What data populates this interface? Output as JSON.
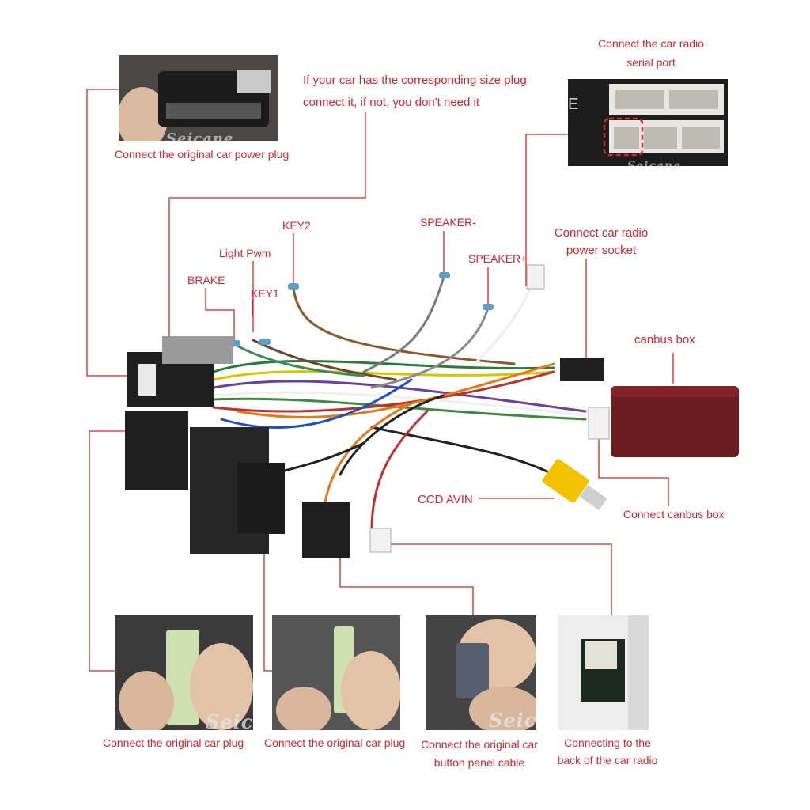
{
  "labels": {
    "original_power_plug": "Connect the original car power plug",
    "size_plug_line1": "If your car has the corresponding size plug",
    "size_plug_line2": "connect it, if not, you don't need it",
    "serial_port_line1": "Connect the car radio",
    "serial_port_line2": "serial port",
    "key2": "KEY2",
    "speaker_minus": "SPEAKER-",
    "light_pwm": "Light Pwm",
    "speaker_plus": "SPEAKER+",
    "power_socket_line1": "Connect car radio",
    "power_socket_line2": "power socket",
    "brake": "BRAKE",
    "key1": "KEY1",
    "canbus_box": "canbus box",
    "ccd_avin": "CCD AVIN",
    "connect_canbus": "Connect canbus box",
    "original_plug_1": "Connect the original car plug",
    "original_plug_2": "Connect the original car plug",
    "button_panel_line1": "Connect the original car",
    "button_panel_line2": "button panel cable",
    "back_radio_line1": "Connecting to the",
    "back_radio_line2": "back of the car radio"
  },
  "watermarks": {
    "brand": "Seicane"
  },
  "colors": {
    "accent": "#d8232a",
    "connector": "#1f1f1f",
    "canbus_box": "#6b1d1f",
    "rca_yellow": "#f2c200"
  }
}
